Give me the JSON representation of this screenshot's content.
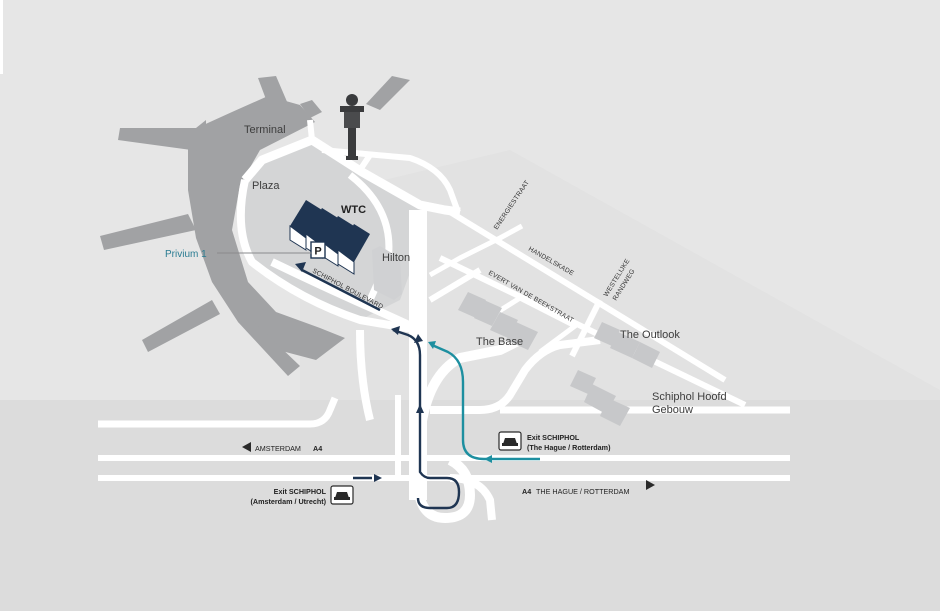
{
  "colors": {
    "background": "#e6e6e6",
    "terminal_area": "#a1a2a4",
    "inner_area": "#d7d8d9",
    "lower_area": "#dcdcdc",
    "road": "#ffffff",
    "building": "#c7c8ca",
    "wtc_building": "#1f3552",
    "route_dark": "#1f3552",
    "route_teal": "#1d8fa0",
    "privium_label": "#2a7c92",
    "text": "#3d3d3d"
  },
  "labels": {
    "terminal": "Terminal",
    "plaza": "Plaza",
    "wtc": "WTC",
    "hilton": "Hilton",
    "privium": "Privium 1",
    "parking": "P",
    "the_base": "The Base",
    "the_outlook": "The Outlook",
    "schiphol_hoofd_line1": "Schiphol Hoofd",
    "schiphol_hoofd_line2": "Gebouw"
  },
  "streets": {
    "schiphol_boulevard": "SCHIPHOL BOULEVARD",
    "energiestraat": "ENERGIESTRAAT",
    "handelskade": "HANDELSKADE",
    "evert_van_de_beekstraat": "EVERT VAN DE BEEKSTRAAT",
    "westelijke_line1": "WESTELIJKE",
    "westelijke_line2": "RANDWEG"
  },
  "highways": {
    "amsterdam": "AMSTERDAM",
    "amsterdam_road": "A4",
    "hague_road": "A4",
    "hague": "THE HAGUE / ROTTERDAM"
  },
  "exits": {
    "hague": {
      "title": "Exit SCHIPHOL",
      "subtitle": "(The Hague / Rotterdam)",
      "icon": "car-icon"
    },
    "amsterdam": {
      "title": "Exit SCHIPHOL",
      "subtitle": "(Amsterdam / Utrecht)",
      "icon": "car-icon"
    }
  },
  "icons": [
    "control-tower-icon",
    "parking-icon",
    "car-icon",
    "arrow-left-icon",
    "arrow-right-icon"
  ]
}
